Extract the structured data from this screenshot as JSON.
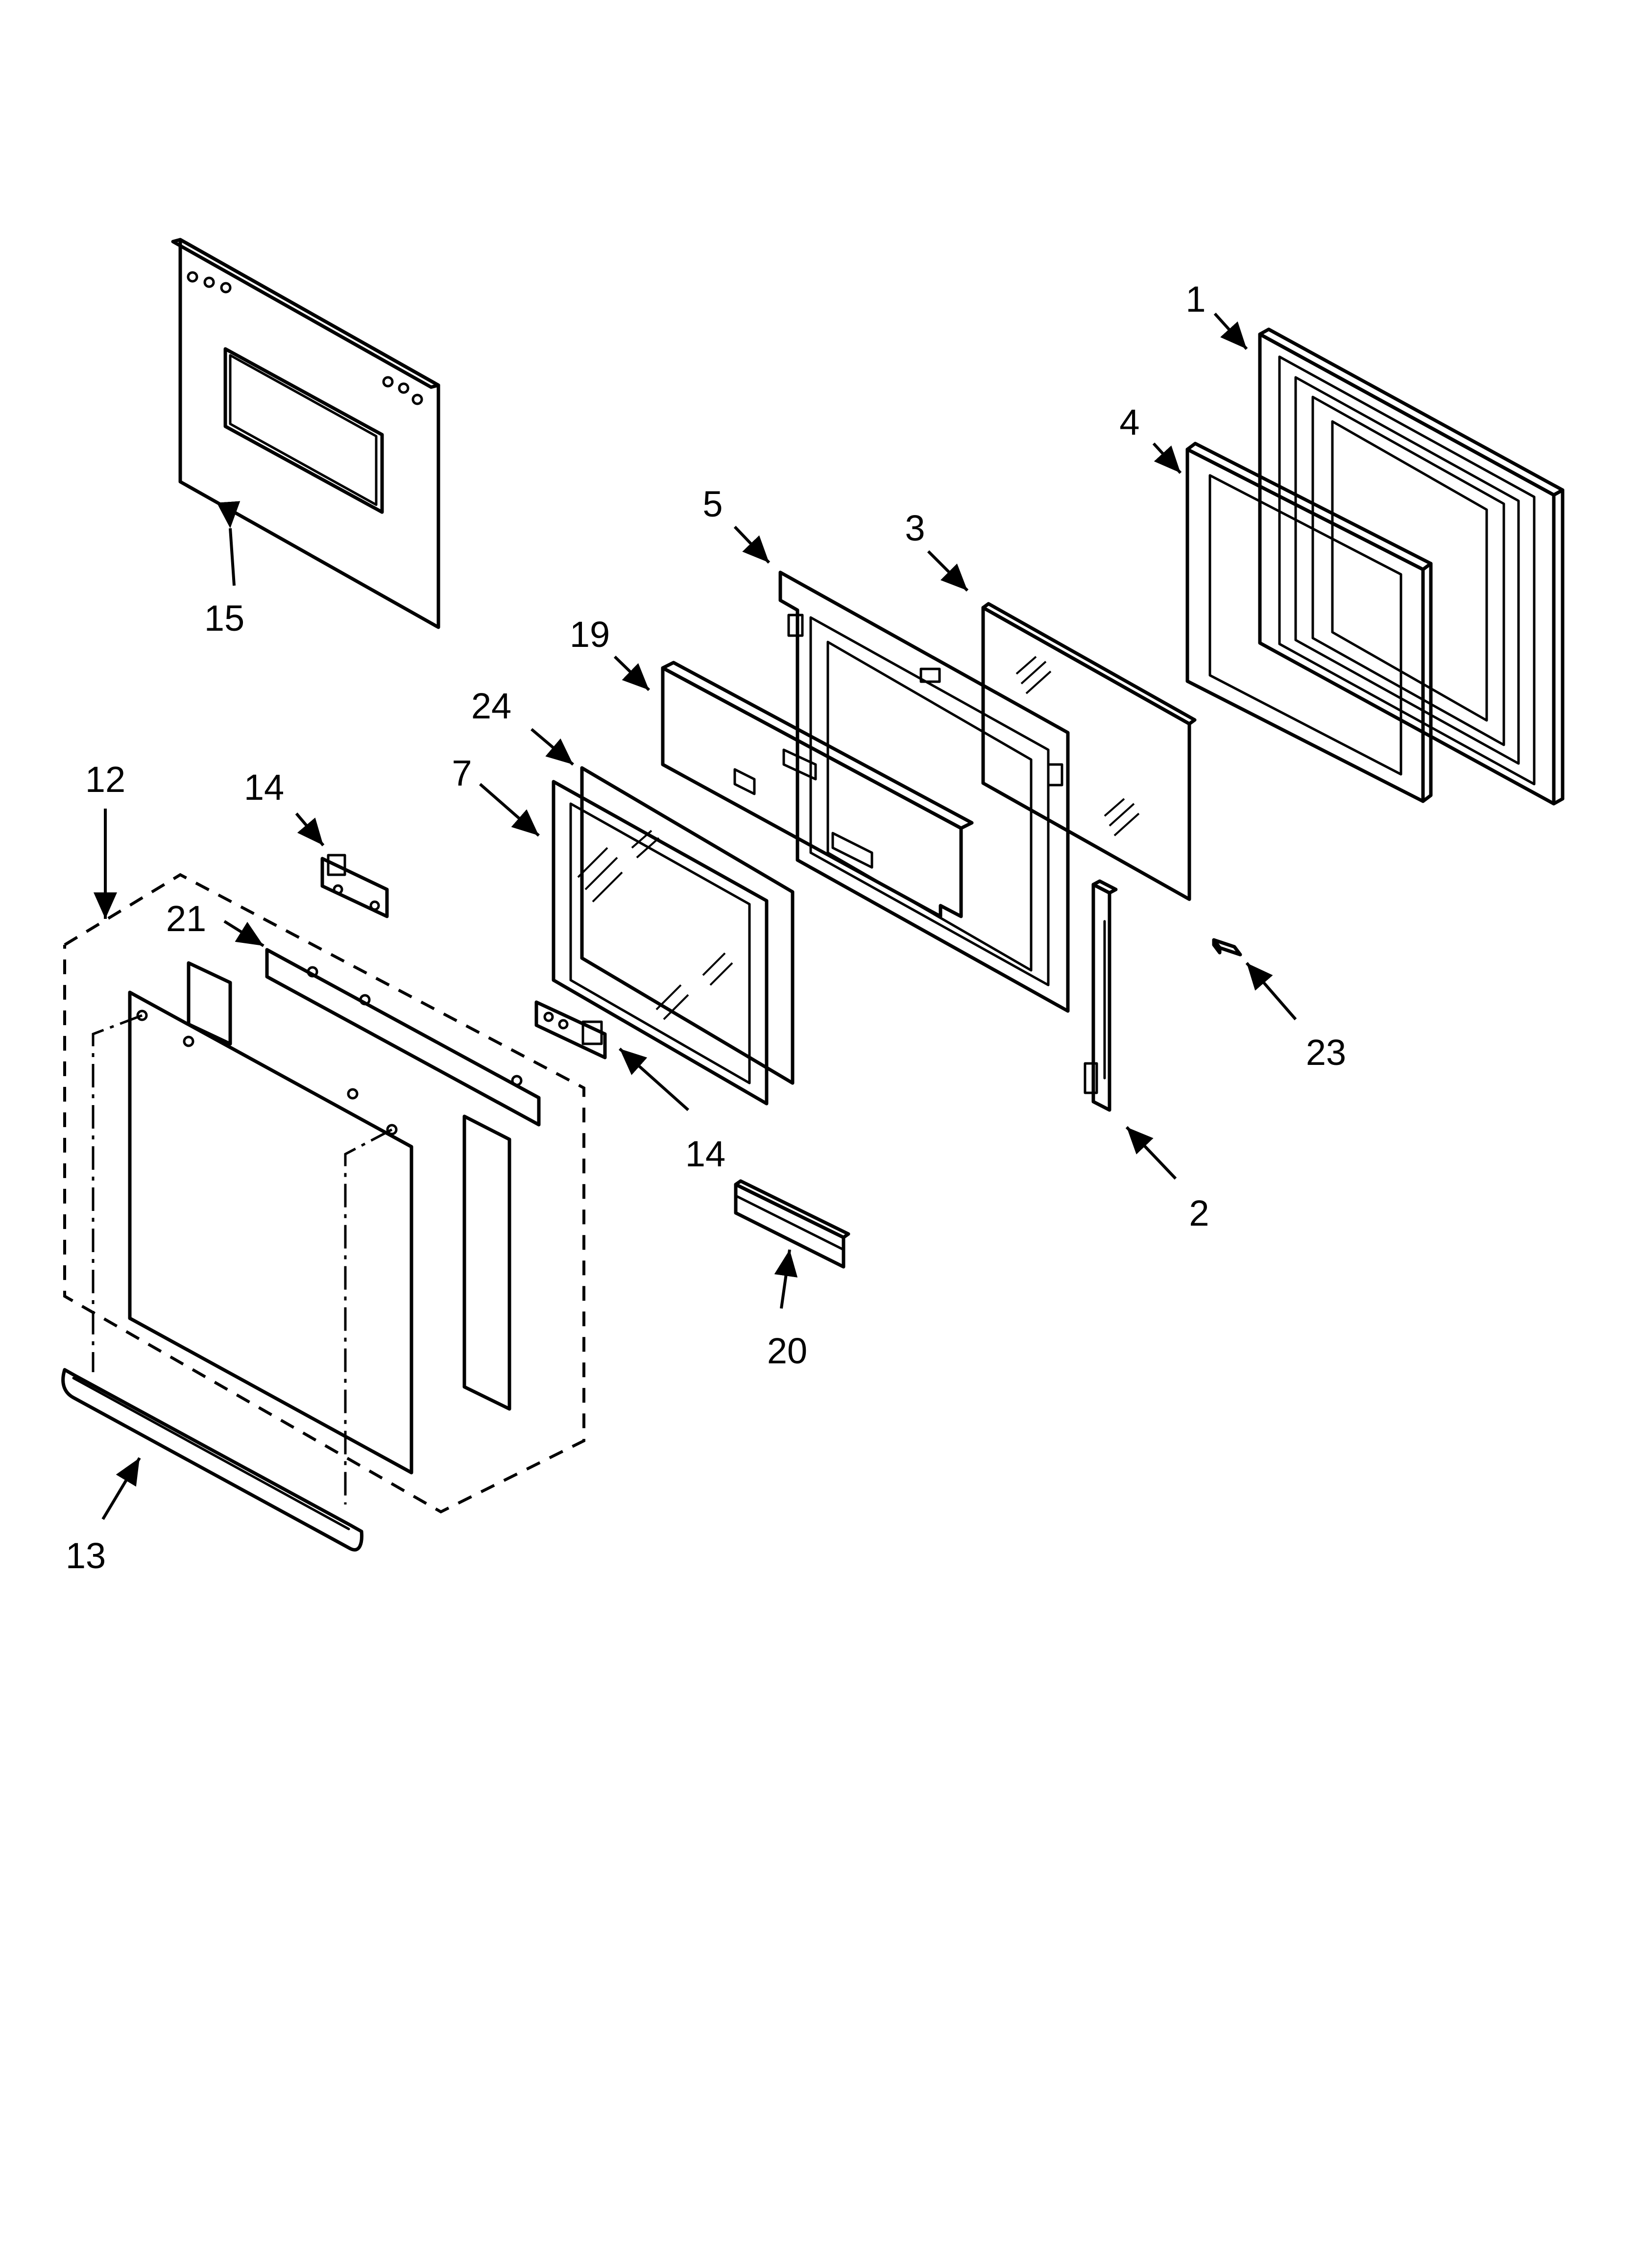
{
  "diagram": {
    "callouts": [
      {
        "id": "c1",
        "label": "1"
      },
      {
        "id": "c4",
        "label": "4"
      },
      {
        "id": "c5",
        "label": "5"
      },
      {
        "id": "c3",
        "label": "3"
      },
      {
        "id": "c19",
        "label": "19"
      },
      {
        "id": "c24",
        "label": "24"
      },
      {
        "id": "c7",
        "label": "7"
      },
      {
        "id": "c12",
        "label": "12"
      },
      {
        "id": "c14a",
        "label": "14"
      },
      {
        "id": "c21",
        "label": "21"
      },
      {
        "id": "c14b",
        "label": "14"
      },
      {
        "id": "c15",
        "label": "15"
      },
      {
        "id": "c23",
        "label": "23"
      },
      {
        "id": "c2",
        "label": "2"
      },
      {
        "id": "c20",
        "label": "20"
      },
      {
        "id": "c13",
        "label": "13"
      }
    ]
  }
}
